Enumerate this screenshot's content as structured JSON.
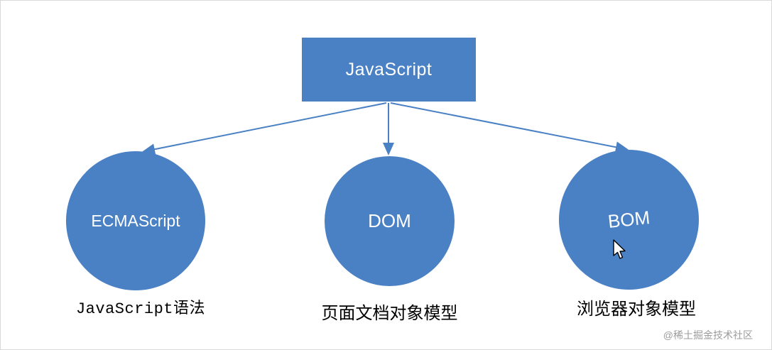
{
  "diagram": {
    "root": {
      "label": "JavaScript"
    },
    "nodes": [
      {
        "label": "ECMAScript",
        "caption": "JavaScript语法"
      },
      {
        "label": "DOM",
        "caption": "页面文档对象模型"
      },
      {
        "label": "BOM",
        "caption": "浏览器对象模型"
      }
    ],
    "colors": {
      "node_fill": "#4a80c4",
      "arrow": "#4a80c4",
      "node_text": "#ffffff",
      "caption_text": "#000000",
      "watermark_text": "#9b9b9b"
    },
    "watermark": "@稀土掘金技术社区"
  }
}
